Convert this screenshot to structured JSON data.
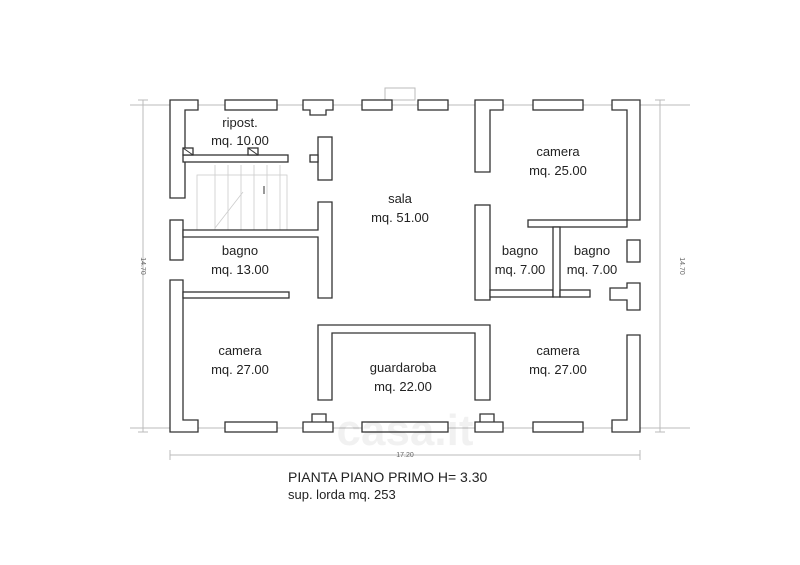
{
  "plan": {
    "title": "PIANTA PIANO PRIMO H= 3.30",
    "subtitle": "sup. lorda mq. 253",
    "dimensions": {
      "width": "17.20",
      "height_left": "14.70",
      "height_right": "14.70"
    },
    "watermark": "casa.it",
    "rooms": [
      {
        "name": "ripost.",
        "area": "mq. 10.00"
      },
      {
        "name": "sala",
        "area": "mq. 51.00"
      },
      {
        "name": "camera",
        "area": "mq. 25.00"
      },
      {
        "name": "bagno",
        "area": "mq. 13.00"
      },
      {
        "name": "bagno",
        "area": "mq. 7.00"
      },
      {
        "name": "bagno",
        "area": "mq. 7.00"
      },
      {
        "name": "camera",
        "area": "mq. 27.00"
      },
      {
        "name": "guardaroba",
        "area": "mq. 22.00"
      },
      {
        "name": "camera",
        "area": "mq. 27.00"
      }
    ]
  }
}
